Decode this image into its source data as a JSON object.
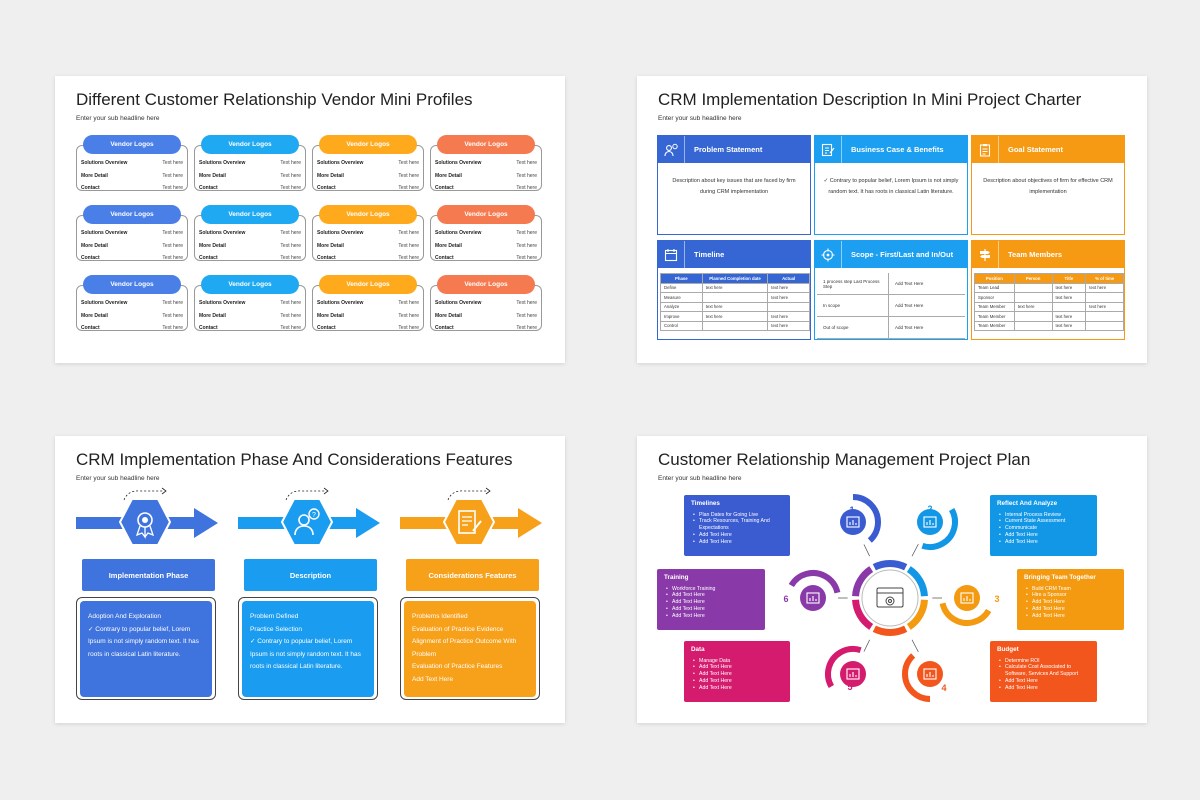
{
  "slide1": {
    "title": "Different Customer Relationship Vendor Mini Profiles",
    "subtitle": "Enter your sub headline here",
    "card": {
      "header": "Vendor Logos",
      "rows": [
        {
          "label": "Solutions Overview",
          "value": "Text here"
        },
        {
          "label": "More Detail",
          "value": "Text here"
        },
        {
          "label": "Contact",
          "value": "Text here"
        }
      ]
    },
    "colors": [
      "#4a7fe8",
      "#1fa9f2",
      "#ffaa1c",
      "#f57a4f"
    ]
  },
  "slide2": {
    "title": "CRM Implementation Description In Mini Project Charter",
    "subtitle": "Enter your sub headline here",
    "problem": {
      "title": "Problem Statement",
      "body": "Description about key issues that are faced by firm during CRM implementation"
    },
    "business": {
      "title": "Business Case & Benefits",
      "body": "✓ Contrary to popular belief, Lorem Ipsum is not simply random text. It has roots in classical Latin literature."
    },
    "goal": {
      "title": "Goal Statement",
      "body": "Description about objectives of firm for effective CRM implementation"
    },
    "timeline": {
      "title": "Timeline",
      "headers": [
        "Phase",
        "Planned Completion date",
        "Actual"
      ],
      "rows": [
        [
          "Define",
          "text here",
          "text here"
        ],
        [
          "Measure",
          "",
          "text here"
        ],
        [
          "Analyze",
          "text here",
          ""
        ],
        [
          "Improve",
          "text here",
          "text here"
        ],
        [
          "Control",
          "",
          "text here"
        ]
      ]
    },
    "scope": {
      "title": "Scope - First/Last and In/Out",
      "rows": [
        {
          "label": "1 process step Last Process Step",
          "value": "Add Text Here"
        },
        {
          "label": "In scope",
          "value": "Add Text Here"
        },
        {
          "label": "Out of scope",
          "value": "Add Text Here"
        }
      ]
    },
    "team": {
      "title": "Team Members",
      "headers": [
        "Position",
        "Person",
        "Title",
        "% of time"
      ],
      "rows": [
        [
          "Team Lead",
          "",
          "text here",
          "text here"
        ],
        [
          "Sponsor",
          "",
          "text here",
          ""
        ],
        [
          "Team Member",
          "text here",
          "",
          "text here"
        ],
        [
          "Team Member",
          "",
          "text here",
          ""
        ],
        [
          "Team Member",
          "",
          "text here",
          ""
        ]
      ]
    },
    "colors": {
      "blue": "#3566d4",
      "sky": "#1c9ff0",
      "orange": "#f59a12"
    }
  },
  "slide3": {
    "title": "CRM Implementation Phase And Considerations Features",
    "subtitle": "Enter your sub headline here",
    "phases": [
      {
        "title": "Implementation Phase",
        "color": "#3f73dd",
        "items": [
          "Adoption And Exploration",
          "✓ Contrary to popular belief, Lorem Ipsum is not simply random text. It has roots in classical Latin literature."
        ],
        "icon": "badge-icon"
      },
      {
        "title": "Description",
        "color": "#1a9cf0",
        "items": [
          "Problem Defined",
          "Practice Selection",
          "✓ Contrary to popular belief, Lorem Ipsum is not simply random text. It has roots in classical Latin literature."
        ],
        "icon": "user-question-icon"
      },
      {
        "title": "Considerations Features",
        "color": "#f7a01a",
        "items": [
          "Problems Identified",
          "Evaluation of Practice Evidence",
          "Alignment of Practice Outcome With Problem",
          "Evaluation of Practice Features",
          "Add Text Here"
        ],
        "icon": "document-edit-icon"
      }
    ]
  },
  "slide4": {
    "title": "Customer Relationship Management Project Plan",
    "subtitle": "Enter your sub headline here",
    "steps": [
      "1",
      "2",
      "3",
      "4",
      "5",
      "6"
    ],
    "boxes": {
      "timelines": {
        "title": "Timelines",
        "items": [
          "Plan Dates for Going Live",
          "Track Resources, Training And Expectations",
          "Add Text Here",
          "Add Text Here"
        ],
        "color": "#3b5bd0"
      },
      "training": {
        "title": "Training",
        "items": [
          "Workforce Training",
          "Add Text Here",
          "Add Text Here",
          "Add Text Here",
          "Add Text Here"
        ],
        "color": "#8a3aa8"
      },
      "data": {
        "title": "Data",
        "items": [
          "Manage Data",
          "Add Text Here",
          "Add Text Here",
          "Add Text Here",
          "Add Text Here"
        ],
        "color": "#d41b6e"
      },
      "reflect": {
        "title": "Reflect And Analyze",
        "items": [
          "Internal Process Review",
          "Current State Assessment",
          "Communicate",
          "Add Text Here",
          "Add Text Here"
        ],
        "color": "#1296e6"
      },
      "bringing": {
        "title": "Bringing Team Together",
        "items": [
          "Build CRM Team",
          "Hire a Sponsor",
          "Add Text Here",
          "Add Text Here",
          "Add Text Here"
        ],
        "color": "#f39a10"
      },
      "budget": {
        "title": "Budget",
        "items": [
          "Determine ROI",
          "Calculate Cost Associated to Software, Services And Support",
          "Add Text Here",
          "Add Text Here"
        ],
        "color": "#f2561d"
      }
    }
  }
}
